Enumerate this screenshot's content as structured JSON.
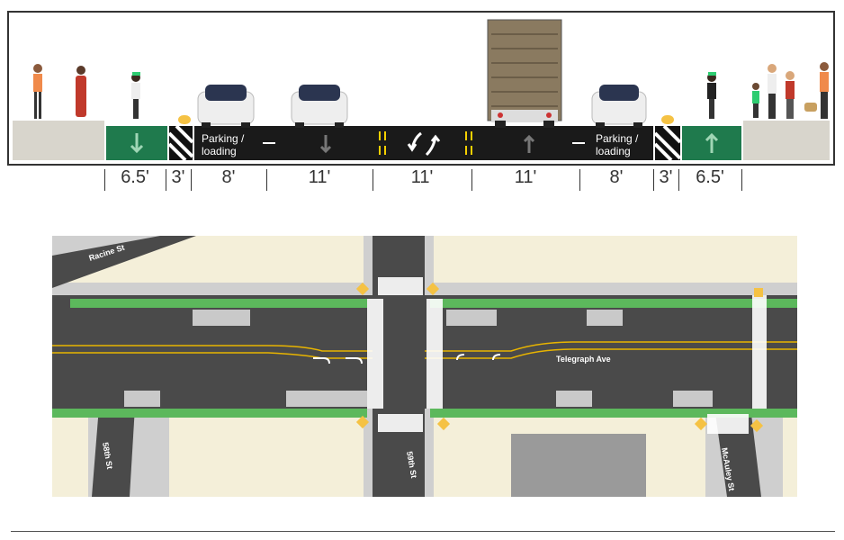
{
  "cross_section": {
    "dimensions": [
      "6.5'",
      "3'",
      "8'",
      "11'",
      "11'",
      "11'",
      "8'",
      "3'",
      "6.5'"
    ],
    "parking_left": [
      "Parking /",
      "loading"
    ],
    "parking_right": [
      "Parking /",
      "loading"
    ]
  },
  "plan": {
    "streets": {
      "racine": "Racine St",
      "telegraph": "Telegraph Ave",
      "58th": "58th St",
      "59th": "59th St",
      "mcauley": "McAuley St"
    }
  },
  "colors": {
    "asphalt": "#4a4a4a",
    "bike_lane": "#5cb85c",
    "sidewalk": "#cfcfcf",
    "block": "#f4efd9",
    "yellow": "#f5c244"
  }
}
